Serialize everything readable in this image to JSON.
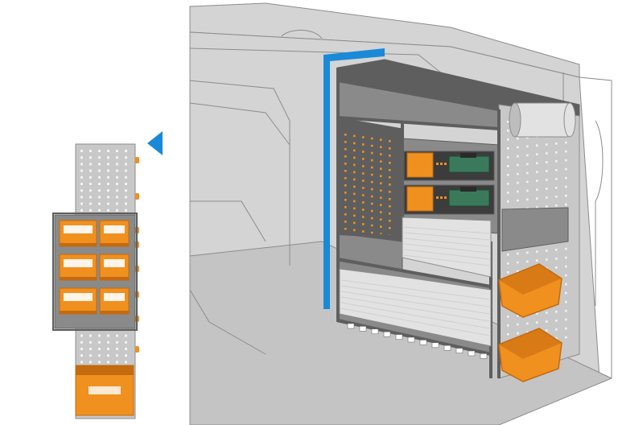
{
  "figure": {
    "kind": "van racking installation illustration",
    "views": [
      "side-elevation",
      "isometric-interior"
    ],
    "text_labels": []
  },
  "colors": {
    "van_interior": "#d4d4d4",
    "van_floor": "#c4c4c4",
    "van_outline": "#8c8c8c",
    "rack_panel": "#8a8a8a",
    "rack_frame": "#5e5e5e",
    "perforation": "#f2f2f2",
    "storage_bin": "#f0901e",
    "bin_dark": "#c46a10",
    "aluminium_tray": "#e2e2e2",
    "case_green": "#3a7a5a",
    "marker_blue": "#1a8ad8",
    "side_panel_light": "#c8c8c8"
  },
  "icons": {
    "view_direction": "triangle-left-icon"
  },
  "components": {
    "side_view_bins": 7,
    "iso_drawer_cases": 2,
    "iso_hanging_bins": 2,
    "iso_aluminium_trays": 2,
    "iso_paper_roll": 1
  }
}
